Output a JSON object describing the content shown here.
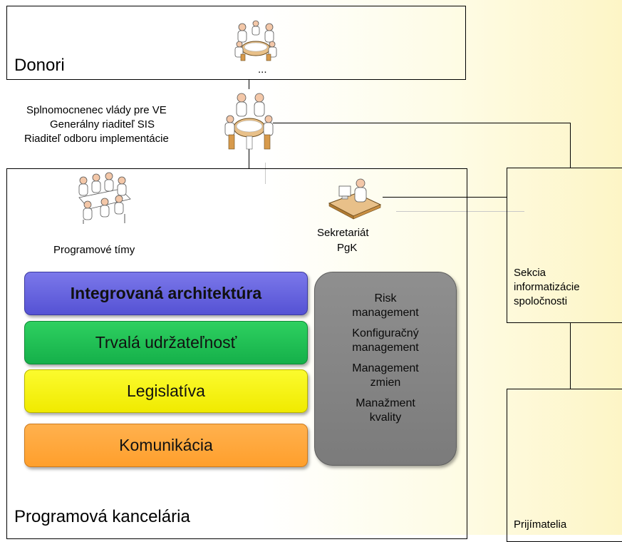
{
  "donori": {
    "title": "Donori",
    "ellipsis": "..."
  },
  "leadership": {
    "lines": [
      "Splnomocnenec vlády pre VE",
      "Generálny riaditeľ SIS",
      "Riaditeľ odboru implementácie"
    ]
  },
  "office": {
    "title": "Programová kancelária",
    "teams_label": "Programové tímy",
    "secretariat_line1": "Sekretariát",
    "secretariat_line2": "PgK",
    "bars": [
      {
        "label": "Integrovaná architektúra",
        "color": "#6360dd"
      },
      {
        "label": "Trvalá udržateľnosť",
        "color": "#1fbf55"
      },
      {
        "label": "Legislatíva",
        "color": "#f5f219"
      },
      {
        "label": "Komunikácia",
        "color": "#ffa83d"
      }
    ],
    "management": [
      "Risk\nmanagement",
      "Konfiguračný\nmanagement",
      "Management\nzmien",
      "Manažment\nkvality"
    ],
    "management_color": "#858585"
  },
  "section": {
    "line1": "Sekcia",
    "line2": "informatizácie",
    "line3": "spoločnosti"
  },
  "recipients": {
    "title": "Prijímatelia"
  },
  "icons": [
    "meeting-group-icon",
    "meeting-group-icon",
    "team-meeting-icon",
    "desk-worker-icon"
  ]
}
